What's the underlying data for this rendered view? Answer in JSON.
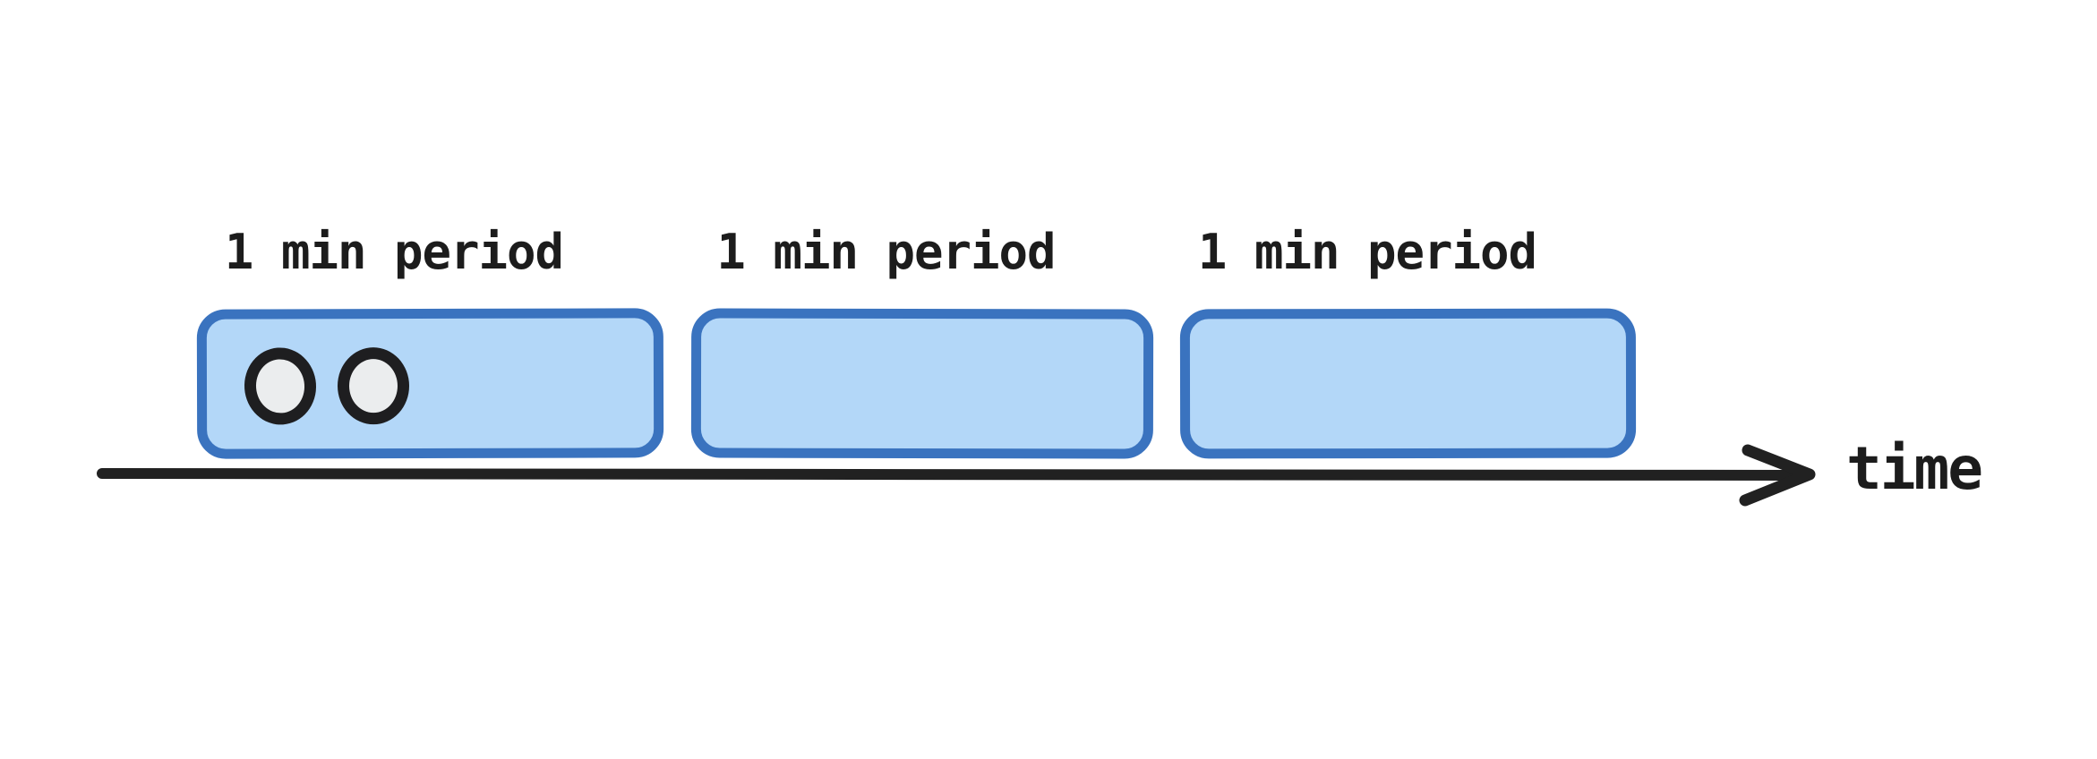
{
  "diagram": {
    "type": "timeline",
    "description": "Fixed time windows on a time axis; first window contains 2 request tokens",
    "axis_label": "time",
    "periods": [
      {
        "label": "1 min period",
        "request_count": 2
      },
      {
        "label": "1 min period",
        "request_count": 0
      },
      {
        "label": "1 min period",
        "request_count": 0
      }
    ],
    "colors": {
      "background": "#ffffff",
      "box_fill": "#b3d7f8",
      "box_border": "#3a73bf",
      "circle_fill": "#ebedee",
      "circle_border": "#1e1e20",
      "axis_color": "#212121",
      "text_color": "#1c1c1c"
    }
  }
}
